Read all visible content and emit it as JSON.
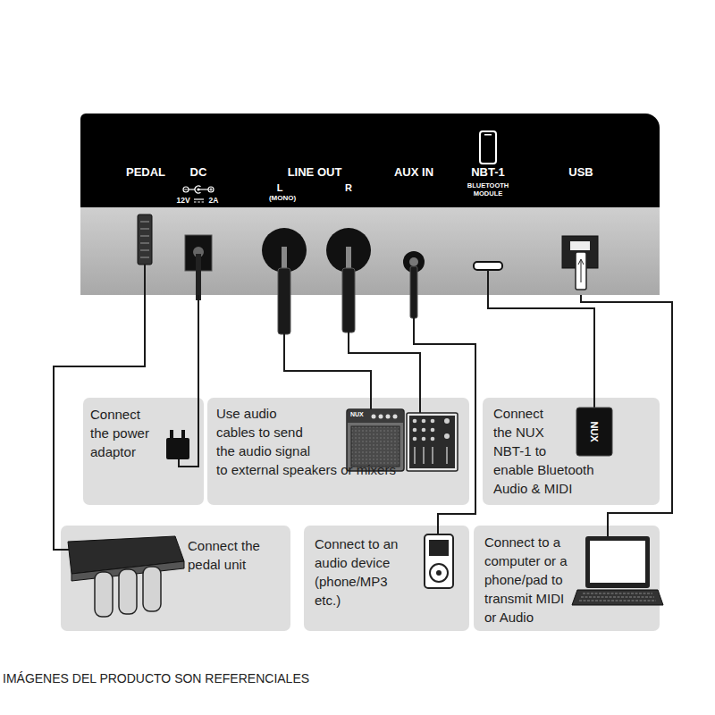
{
  "diagram": {
    "nodes": [
      {
        "text": [
          "PEDAL",
          "DC",
          "12V",
          "2A",
          "LINE OUT",
          "L",
          "R",
          "(MONO)",
          "AUX IN",
          "NBT-1",
          "BLUETOOTH MODULE",
          "USB"
        ]
      },
      {
        "text": [
          "Connect the power adaptor"
        ]
      },
      {
        "text": [
          "Use audio cables to send the audio signal to external speakers or mixers"
        ]
      },
      {
        "text": [
          "Connect the NUX NBT-1 to enable Bluetooth Audio & MIDI"
        ]
      },
      {
        "text": [
          "Connect the pedal unit"
        ]
      },
      {
        "text": [
          "Connect to an audio device (phone/MP3 etc.)"
        ]
      },
      {
        "text": [
          "Connect to a computer or a phone/pad to transmit MIDI or Audio"
        ]
      }
    ],
    "edges": [
      {
        "from": 0,
        "to": 4,
        "arrow": "none"
      },
      {
        "from": 0,
        "to": 1,
        "arrow": "none"
      },
      {
        "from": 0,
        "to": 2,
        "arrow": "none"
      },
      {
        "from": 0,
        "to": 2,
        "arrow": "none"
      },
      {
        "from": 0,
        "to": 5,
        "arrow": "none"
      },
      {
        "from": 0,
        "to": 3,
        "arrow": "none"
      },
      {
        "from": 0,
        "to": 6,
        "arrow": "none"
      }
    ],
    "labels": [
      "NUX",
      "NUX",
      "IMÁGENES DEL PRODUCTO SON REFERENCIALES"
    ]
  }
}
